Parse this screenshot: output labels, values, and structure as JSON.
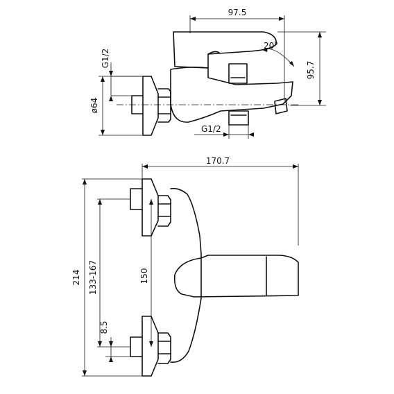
{
  "drawing": {
    "labels": {
      "width_top": "97.5",
      "thread_top": "G1/2",
      "diameter": "ø64",
      "angle": "20°",
      "height_top": "95.7",
      "thread_outlet": "G1/2",
      "width_total": "170.7",
      "height_total": "214",
      "center_range": "133-167",
      "center_distance": "150",
      "offset": "8.5"
    },
    "colors": {
      "line": "#111111",
      "background": "#ffffff"
    }
  }
}
